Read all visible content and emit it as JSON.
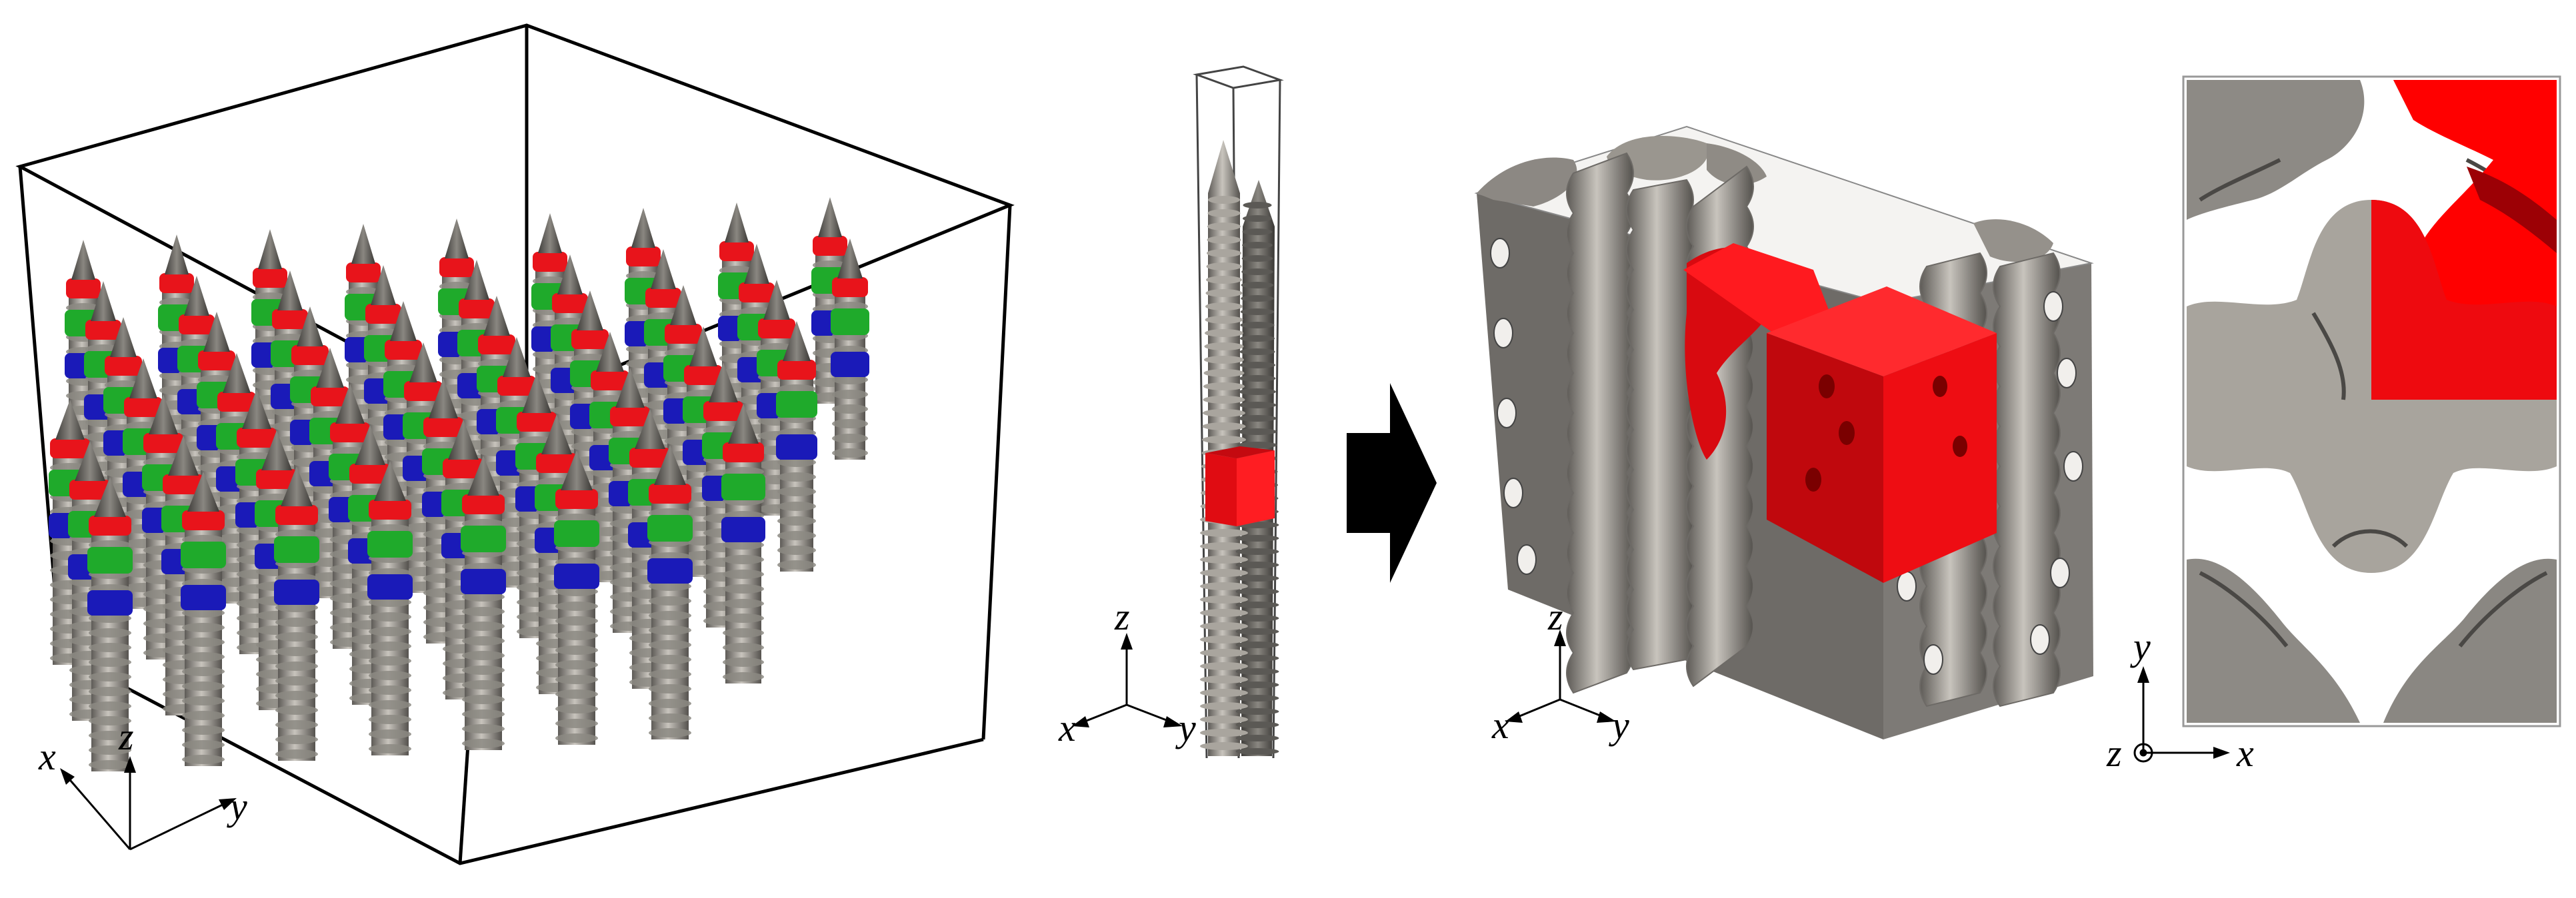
{
  "panels": {
    "domain_box": {
      "axes": {
        "x": "x",
        "y": "y",
        "z": "z"
      }
    },
    "single_column": {
      "axes": {
        "x": "x",
        "y": "y",
        "z": "z"
      }
    },
    "unit_cell_3d": {
      "axes": {
        "x": "x",
        "y": "y",
        "z": "z"
      }
    },
    "cross_section": {
      "axes": {
        "x": "x",
        "y": "y",
        "z": "z"
      }
    }
  },
  "colors": {
    "tip_band": "#e8141b",
    "middle_band": "#1faa2b",
    "lower_band": "#1a1ab8",
    "solid": "#8f8b84",
    "highlight": "#ff0000",
    "outline": "#000000"
  },
  "icons": {
    "transition": "right-arrow-icon"
  }
}
